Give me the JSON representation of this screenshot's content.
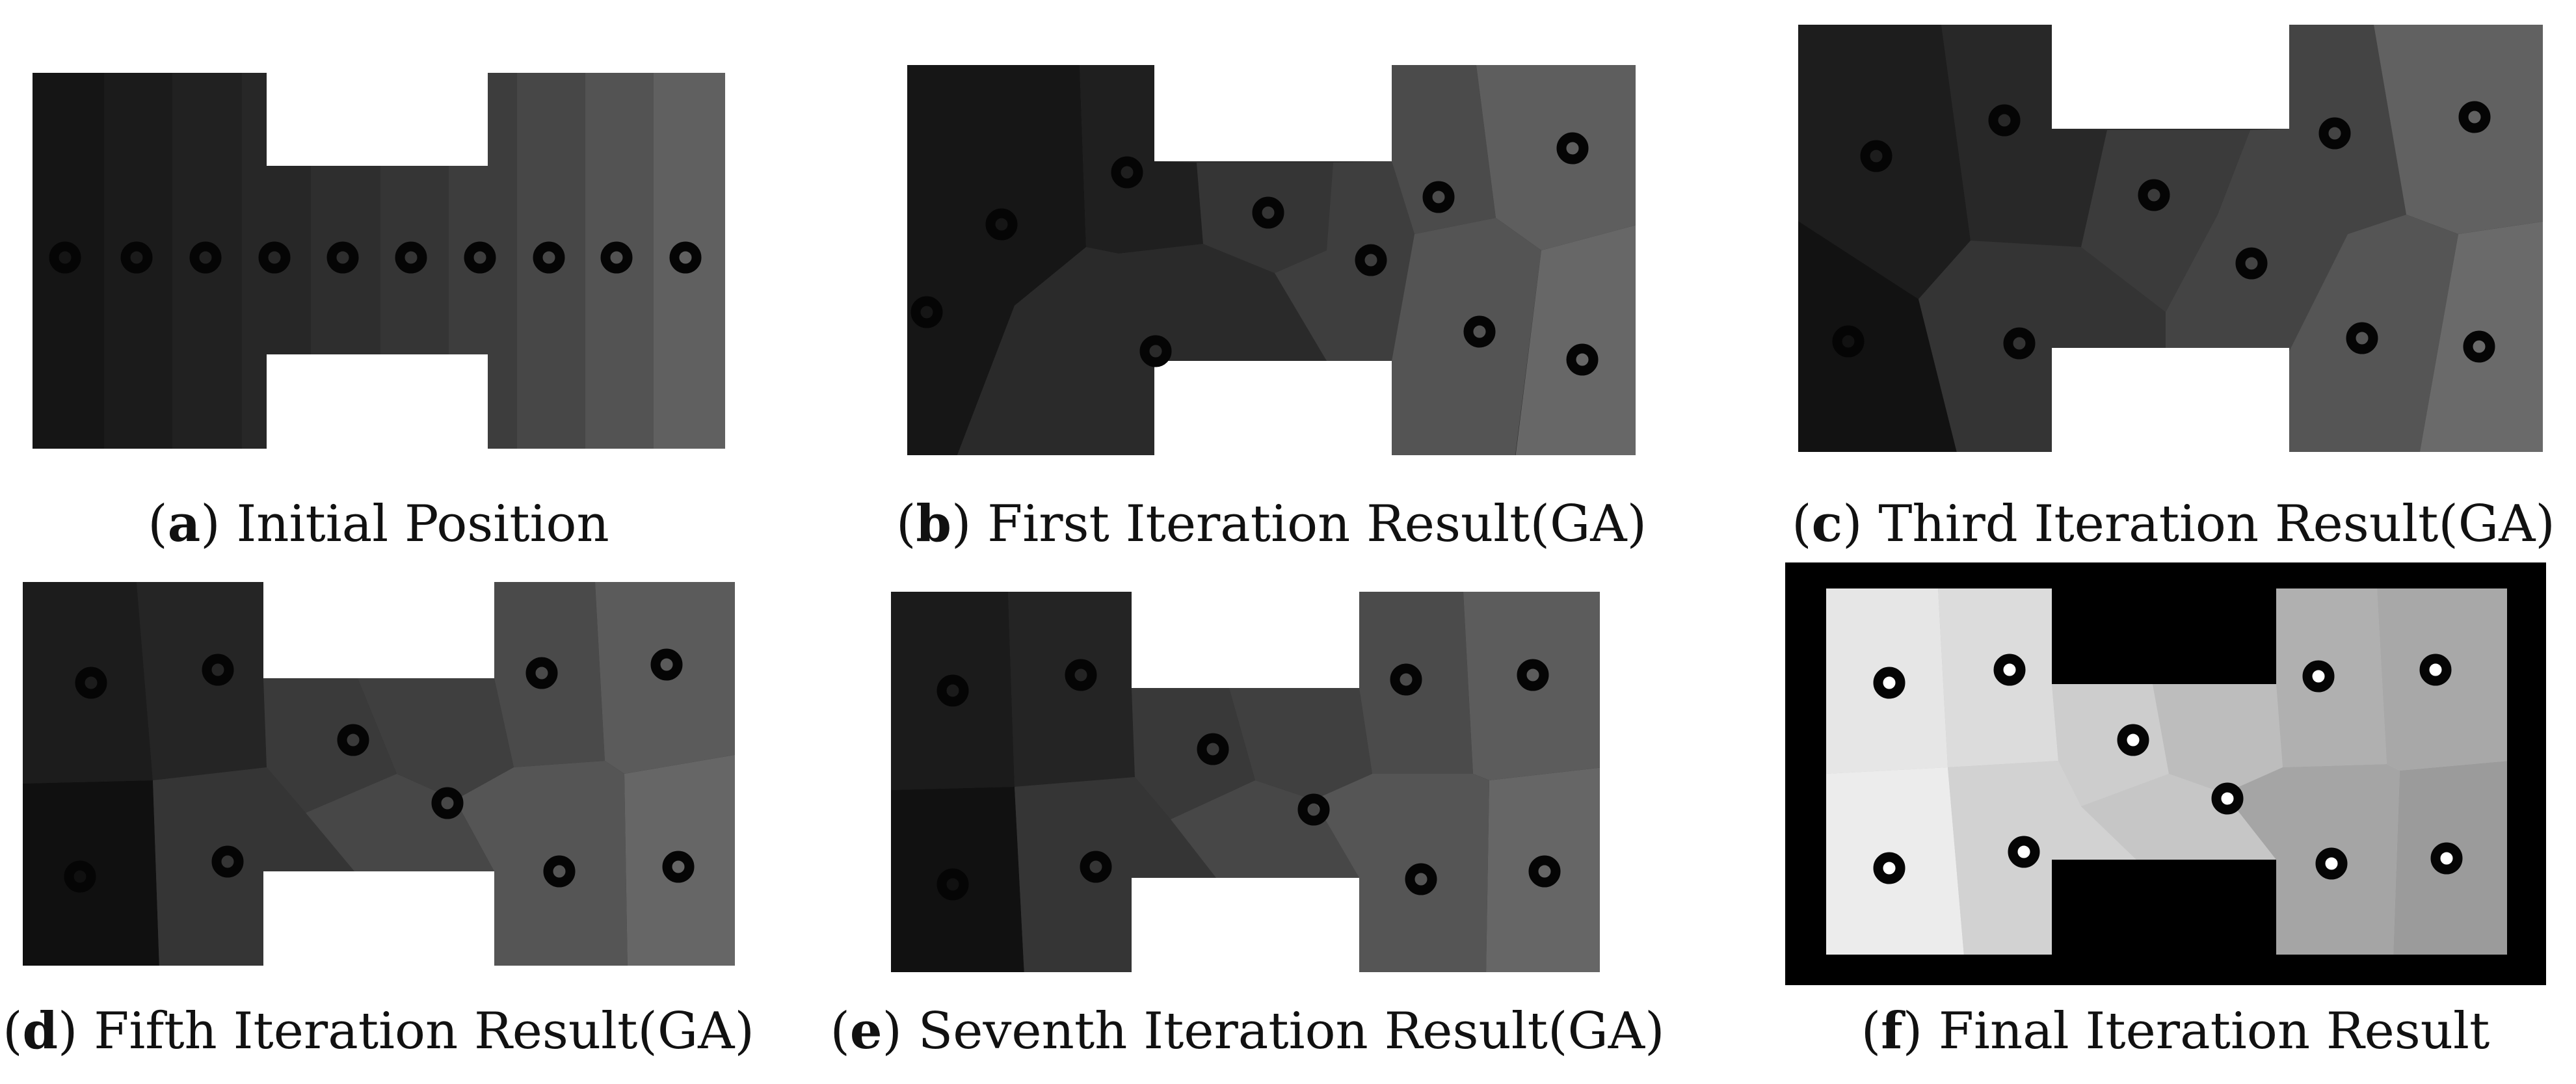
{
  "panels": [
    {
      "id": "a",
      "letter": "a",
      "label": "Initial Position"
    },
    {
      "id": "b",
      "letter": "b",
      "label": "First Iteration Result(GA)"
    },
    {
      "id": "c",
      "letter": "c",
      "label": "Third Iteration Result(GA)"
    },
    {
      "id": "d",
      "letter": "d",
      "label": "Fifth Iteration Result(GA)"
    },
    {
      "id": "e",
      "letter": "e",
      "label": "Seventh Iteration Result(GA)"
    },
    {
      "id": "f",
      "letter": "f",
      "label": "Final Iteration Result"
    }
  ],
  "colors": {
    "background": "#ffffff",
    "final_panel_frame": "#000000",
    "marker": "#050505"
  }
}
